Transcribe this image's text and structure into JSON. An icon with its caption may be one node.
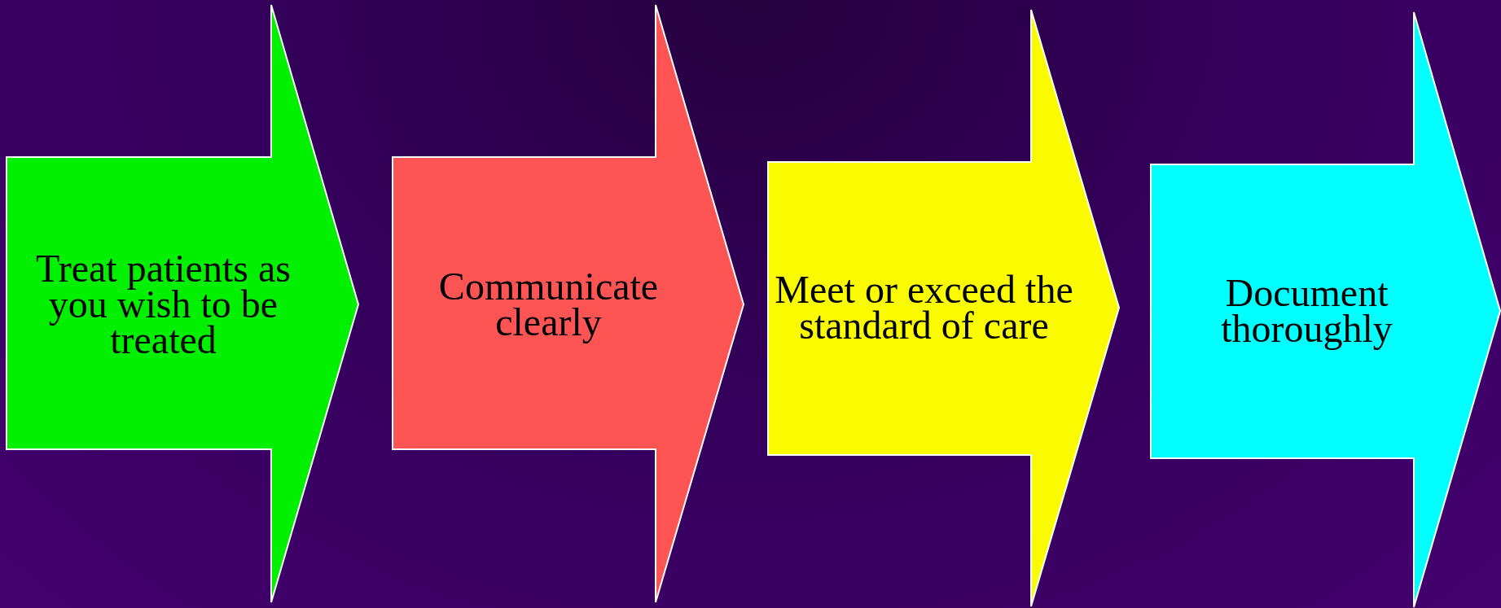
{
  "diagram": {
    "nodes": [
      {
        "text": [
          "Treat patients as you wish to be treated"
        ]
      },
      {
        "text": [
          "Communicate clearly"
        ]
      },
      {
        "text": [
          "Meet or exceed the standard of care"
        ]
      },
      {
        "text": [
          "Document thoroughly"
        ]
      }
    ]
  }
}
